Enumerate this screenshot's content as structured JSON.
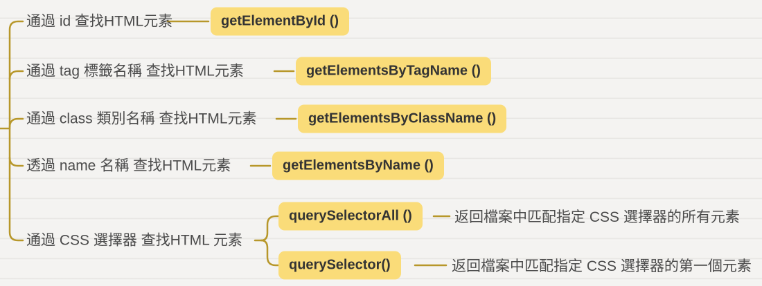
{
  "title": "DOM element lookup mind map",
  "theme": {
    "branch_color": "#b7972a",
    "highlight_bg": "#fadc79",
    "label_color": "#4b4b4b",
    "method_color": "#333333",
    "paper_bg": "#f4f3f1"
  },
  "branches": [
    {
      "label": "通過 id 查找HTML元素",
      "method": "getElementById ()"
    },
    {
      "label": "通過 tag 標籤名稱 查找HTML元素",
      "method": "getElementsByTagName ()"
    },
    {
      "label": "通過 class 類別名稱 查找HTML元素",
      "method": "getElementsByClassName ()"
    },
    {
      "label": "透過 name 名稱 查找HTML元素",
      "method": "getElementsByName ()"
    },
    {
      "label": "通過 CSS 選擇器 查找HTML 元素",
      "children": [
        {
          "method": "querySelectorAll ()",
          "description": "返回檔案中匹配指定 CSS 選擇器的所有元素"
        },
        {
          "method": "querySelector()",
          "description": "返回檔案中匹配指定 CSS 選擇器的第一個元素"
        }
      ]
    }
  ]
}
